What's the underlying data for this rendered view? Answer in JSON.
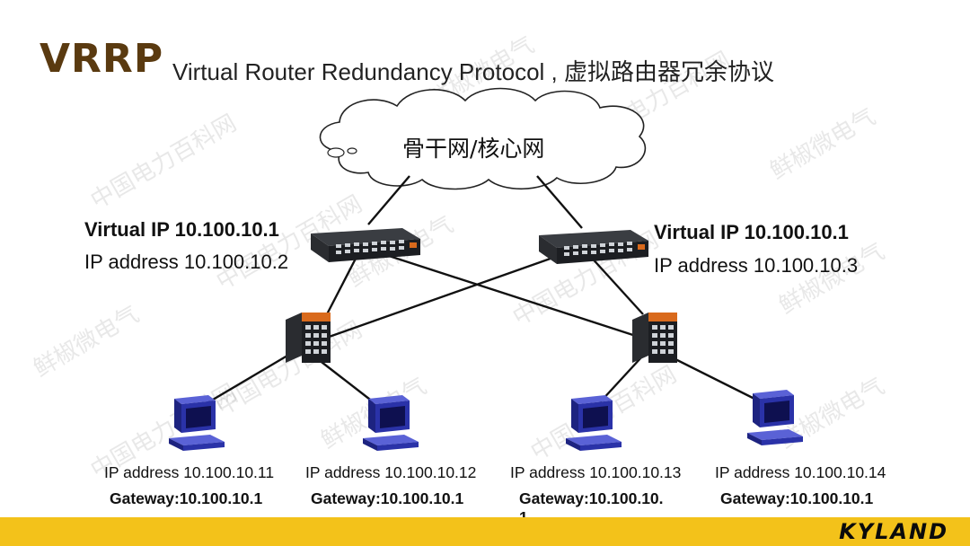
{
  "header": {
    "acronym": "VRRP",
    "full_title": "Virtual Router Redundancy Protocol , 虚拟路由器冗余协议"
  },
  "cloud": {
    "label": "骨干网/核心网"
  },
  "routers": [
    {
      "vip": "Virtual IP 10.100.10.1",
      "ip": "IP address 10.100.10.2"
    },
    {
      "vip": "Virtual IP 10.100.10.1",
      "ip": "IP address 10.100.10.3"
    }
  ],
  "hosts": [
    {
      "ip": "IP address 10.100.10.11",
      "gateway": "Gateway:10.100.10.1"
    },
    {
      "ip": "IP address 10.100.10.12",
      "gateway": "Gateway:10.100.10.1"
    },
    {
      "ip": "IP address 10.100.10.13",
      "gateway_line1": "Gateway:10.100.10.",
      "gateway_line2": "1"
    },
    {
      "ip": "IP address 10.100.10.14",
      "gateway": "Gateway:10.100.10.1"
    }
  ],
  "footer": {
    "brand": "KYLAND",
    "color": "#f3c21a"
  },
  "watermarks": [
    "中国电力百科网",
    "鲜椒微电气"
  ],
  "colors": {
    "title_accent": "#5a3a10",
    "link": "#111111",
    "host_blue": "#2a32a8"
  }
}
